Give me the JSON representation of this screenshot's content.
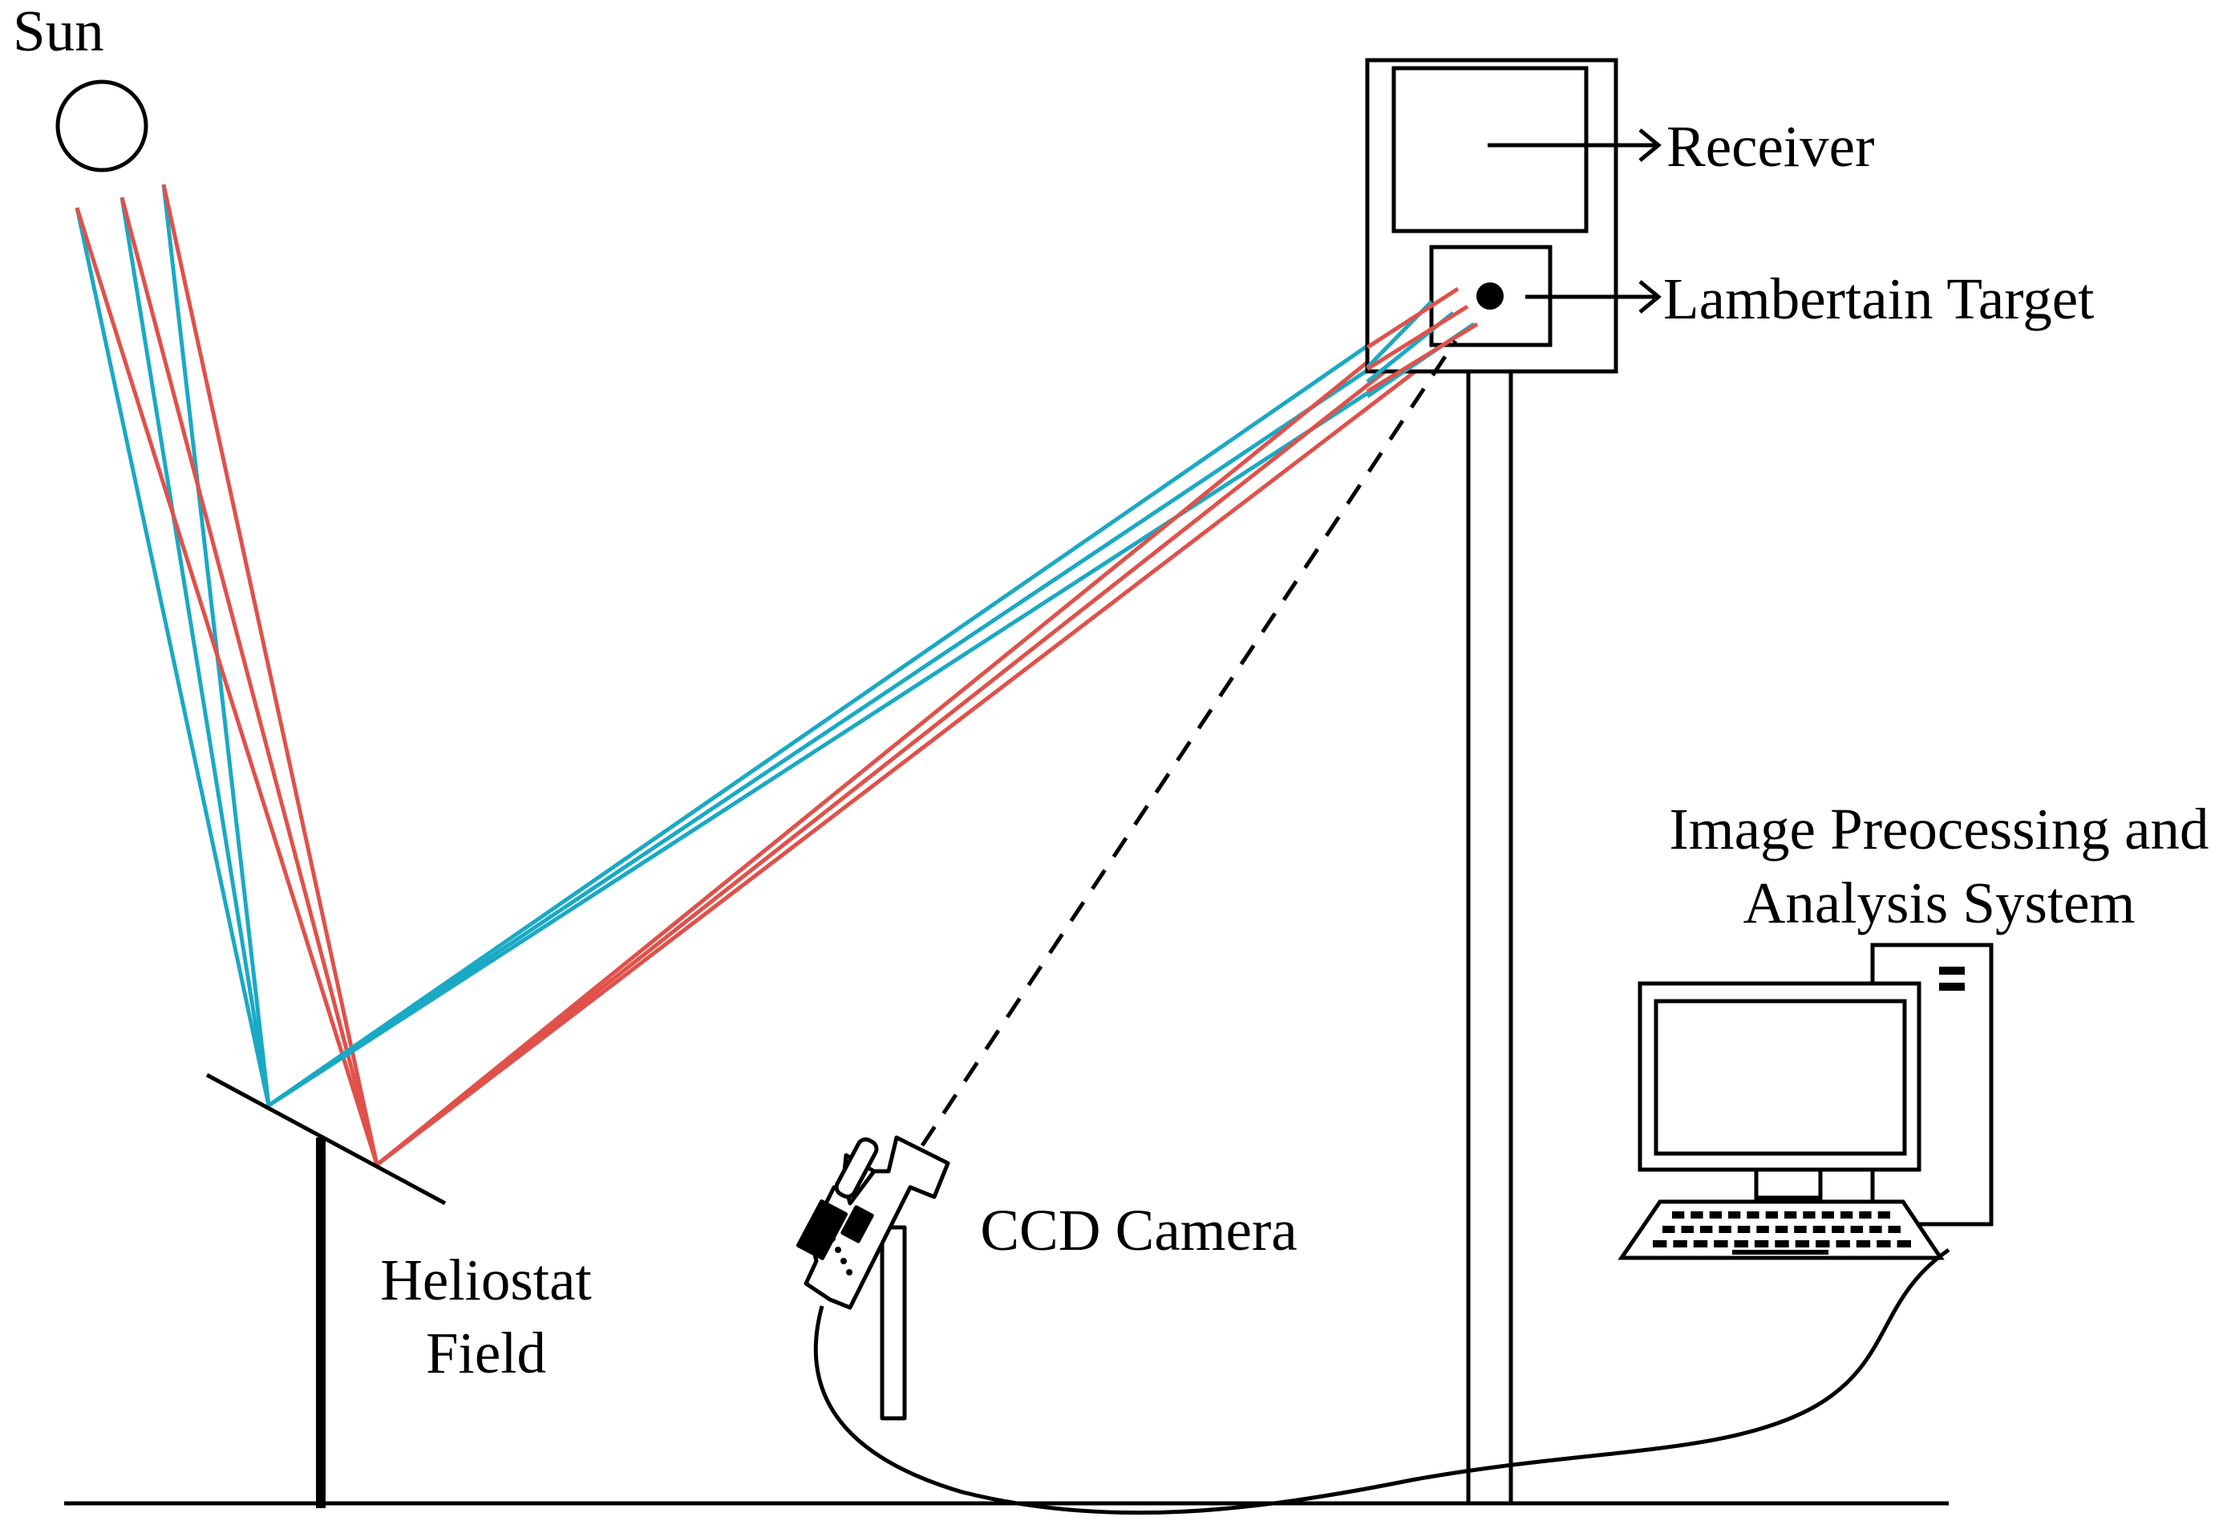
{
  "labels": {
    "sun": "Sun",
    "receiver": "Receiver",
    "target": "Lambertain Target",
    "heliostat_line1": "Heliostat",
    "heliostat_line2": "Field",
    "camera": "CCD Camera",
    "system_line1": "Image Preocessing and",
    "system_line2": "Analysis System"
  },
  "colors": {
    "blue_ray": "#1aa9c4",
    "red_ray": "#e0514a",
    "line": "#000000"
  }
}
